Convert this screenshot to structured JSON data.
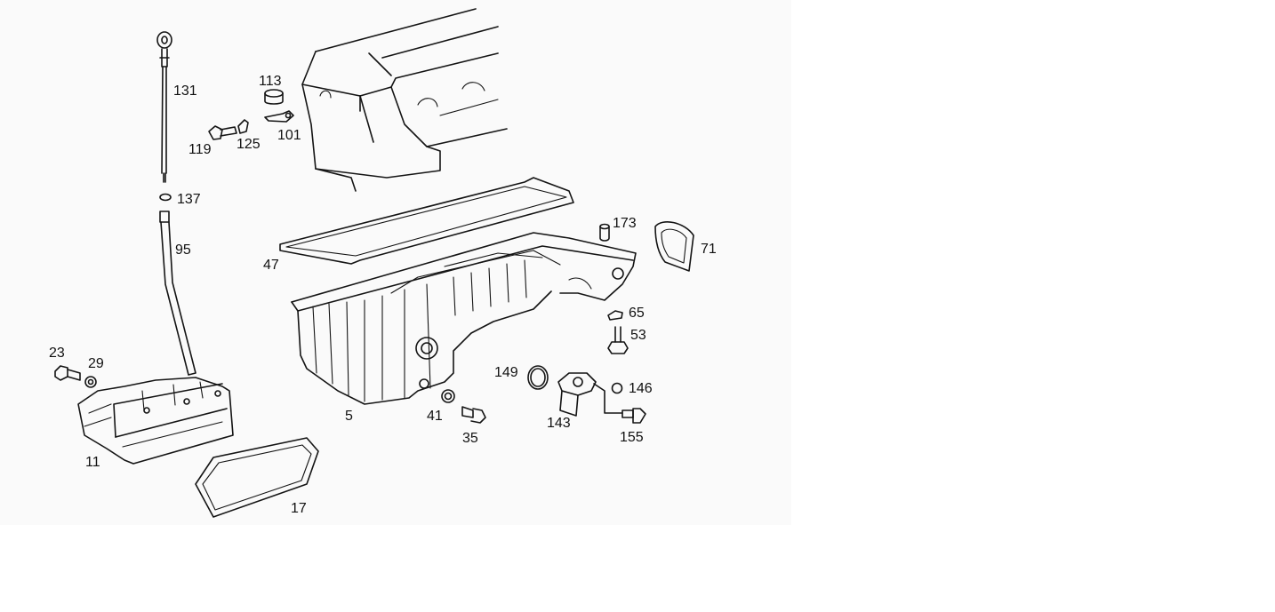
{
  "labels": {
    "p131": "131",
    "p113": "113",
    "p119": "119",
    "p125": "125",
    "p101": "101",
    "p137": "137",
    "p95": "95",
    "p173": "173",
    "p71": "71",
    "p47": "47",
    "p65": "65",
    "p53": "53",
    "p23": "23",
    "p29": "29",
    "p149": "149",
    "p146": "146",
    "p143": "143",
    "p155": "155",
    "p41": "41",
    "p35": "35",
    "p5": "5",
    "p11": "11",
    "p17": "17"
  },
  "colors": {
    "line": "#141414",
    "panel_background": "#fafafa",
    "page_background": "#ffffff"
  }
}
